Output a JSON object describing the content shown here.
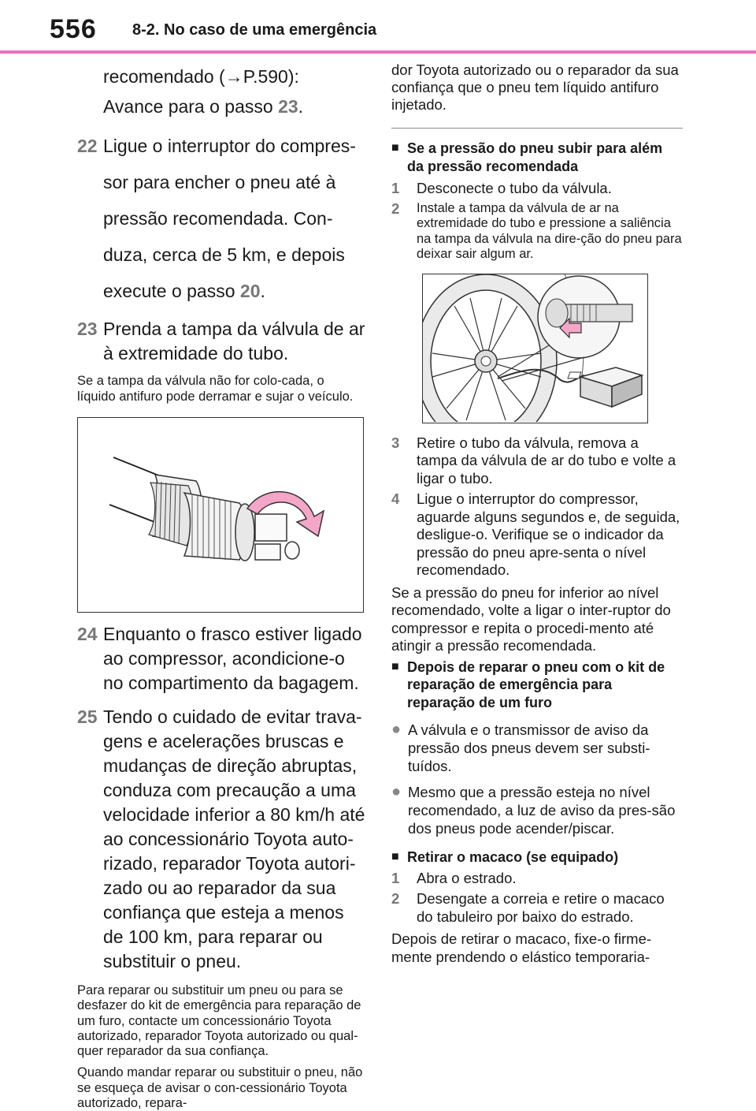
{
  "header": {
    "page_number": "556",
    "section": "8-2. No caso de uma emergência"
  },
  "left": {
    "cont_1": "recomendado (",
    "cont_arrow": "→",
    "cont_ref": "P.590):",
    "cont_2": "Avance para o passo ",
    "cont_step": "23",
    "cont_end": ".",
    "step22_num": "22",
    "step22_text": "Ligue o interruptor do compres-sor para encher o pneu até à pressão recomendada. Con-duza, cerca de 5 km, e depois execute o passo ",
    "step22_ref": "20",
    "step22_end": ".",
    "step23_num": "23",
    "step23_text": "Prenda a tampa da válvula de ar à extremidade do tubo.",
    "note23": "Se a tampa da válvula não for colo-cada, o líquido antifuro pode derramar e sujar o veículo.",
    "step24_num": "24",
    "step24_text": "Enquanto o frasco estiver ligado ao compressor, acondicione-o no compartimento da bagagem.",
    "step25_num": "25",
    "step25_text": "Tendo o cuidado de evitar trava-gens e acelerações bruscas e mudanças de direção abruptas, conduza com precaução a uma velocidade inferior a 80 km/h até ao concessionário Toyota auto-rizado, reparador Toyota autori-zado ou ao reparador da sua confiança que esteja a menos de 100 km, para reparar ou substituir o pneu.",
    "para1": "Para reparar ou substituir um pneu ou para se desfazer do kit de emergência para reparação de um furo, contacte um concessionário Toyota autorizado, reparador Toyota autorizado ou qual-quer reparador da sua confiança.",
    "para2": "Quando mandar reparar ou substituir o pneu, não se esqueça de avisar o con-cessionário Toyota autorizado, repara-"
  },
  "right": {
    "cont": "dor Toyota autorizado ou o reparador da sua confiança que o pneu tem líquido antifuro injetado.",
    "heading1_mark": "■",
    "heading1": "Se a pressão do pneu subir para além da pressão recomendada",
    "s1_num": "1",
    "s1_text": "Desconecte o tubo da válvula.",
    "s2_num": "2",
    "s2_text": "Instale a tampa da válvula de ar na extremidade do tubo e pressione a saliência na tampa da válvula na dire-ção do pneu para deixar sair algum ar.",
    "s3_num": "3",
    "s3_text": "Retire o tubo da válvula, remova a tampa da válvula de ar do tubo e volte a ligar o tubo.",
    "s4_num": "4",
    "s4_text": "Ligue o interruptor do compressor, aguarde alguns segundos e, de seguida, desligue-o. Verifique se o indicador da pressão do pneu apre-senta o nível recomendado.",
    "para_low": "Se a pressão do pneu for inferior ao nível recomendado, volte a ligar o inter-ruptor do compressor e repita o procedi-mento até atingir a pressão recomendada.",
    "heading2_mark": "■",
    "heading2": "Depois de reparar o pneu com o kit de reparação de emergência para reparação de um furo",
    "bullet_mark": "●",
    "bullet1": "A válvula e o transmissor de aviso da pressão dos pneus devem ser substi-tuídos.",
    "bullet2": "Mesmo que a pressão esteja no nível recomendado, a luz de aviso da pres-são dos pneus pode acender/piscar.",
    "heading3_mark": "■",
    "heading3": "Retirar o macaco (se equipado)",
    "j1_num": "1",
    "j1_text": "Abra o estrado.",
    "j2_num": "2",
    "j2_text": "Desengate a correia e retire o macaco do tabuleiro por baixo do estrado.",
    "para_end": "Depois de retirar o macaco, fixe-o firme-mente prendendo o elástico temporaria-"
  }
}
